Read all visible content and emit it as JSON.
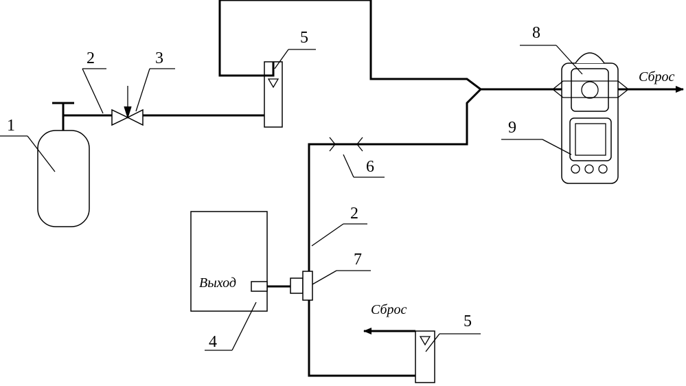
{
  "diagram": {
    "callouts": {
      "n1": "1",
      "n2a": "2",
      "n3": "3",
      "n5a": "5",
      "n8": "8",
      "n9": "9",
      "n6": "6",
      "n2b": "2",
      "n7": "7",
      "n4": "4",
      "n5b": "5"
    },
    "labels": {
      "reset_top": "Сброс",
      "reset_bottom": "Сброс",
      "output": "Выход"
    }
  }
}
